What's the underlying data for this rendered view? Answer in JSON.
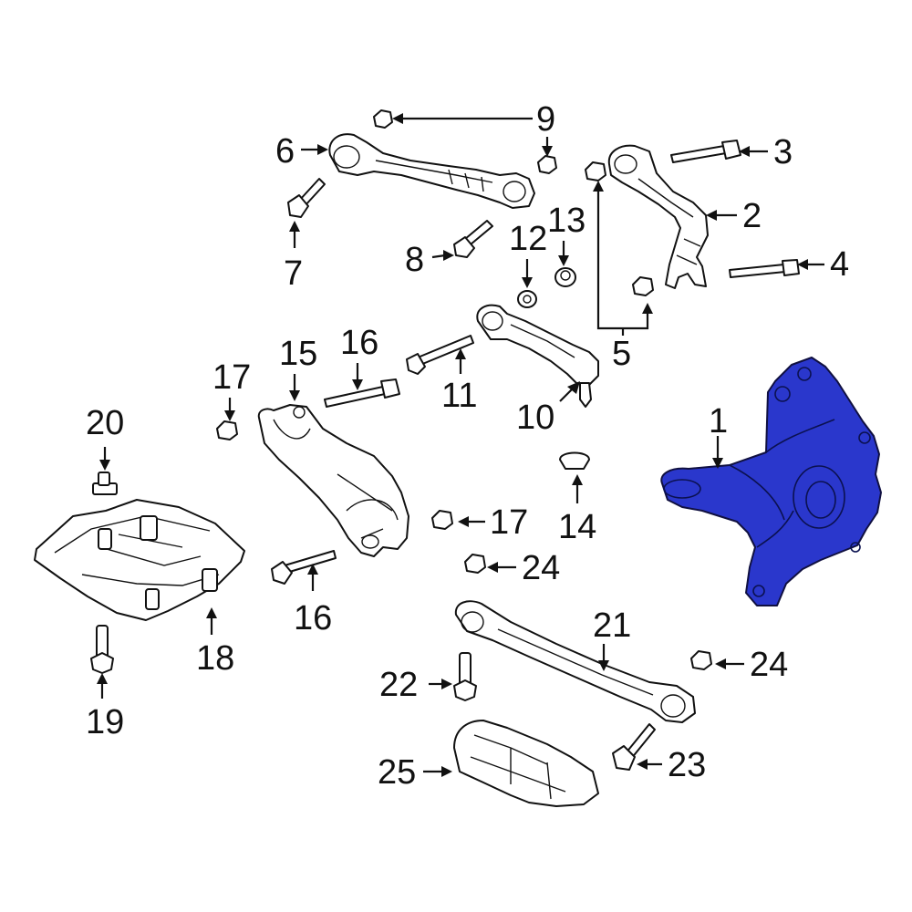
{
  "diagram": {
    "highlight_color": "#2a37cc",
    "callouts": {
      "c1": "1",
      "c2": "2",
      "c3": "3",
      "c4": "4",
      "c5": "5",
      "c6": "6",
      "c7": "7",
      "c8": "8",
      "c9": "9",
      "c10": "10",
      "c11": "11",
      "c12": "12",
      "c13": "13",
      "c14": "14",
      "c15": "15",
      "c16a": "16",
      "c16b": "16",
      "c17a": "17",
      "c17b": "17",
      "c18": "18",
      "c19": "19",
      "c20": "20",
      "c21": "21",
      "c22": "22",
      "c23": "23",
      "c24a": "24",
      "c24b": "24",
      "c25": "25"
    }
  }
}
